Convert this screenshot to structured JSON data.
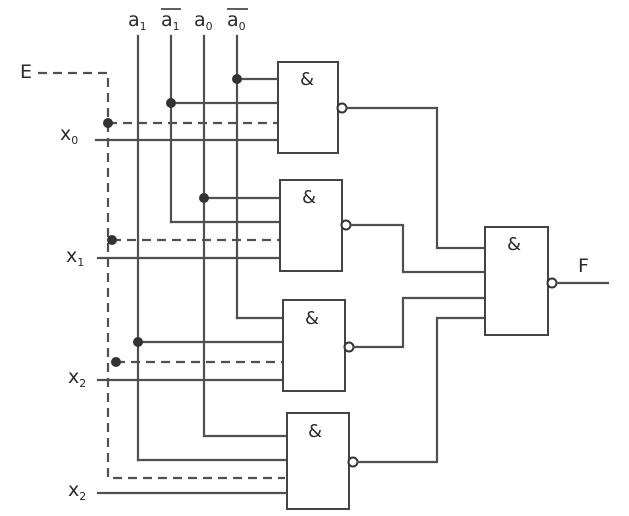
{
  "signals": {
    "address": [
      {
        "base": "a",
        "sub": "1",
        "bar": false
      },
      {
        "base": "a",
        "sub": "1",
        "bar": true
      },
      {
        "base": "a",
        "sub": "0",
        "bar": false
      },
      {
        "base": "a",
        "sub": "0",
        "bar": true
      }
    ],
    "enable": "E",
    "output": "F",
    "data_inputs": [
      {
        "base": "x",
        "sub": "0"
      },
      {
        "base": "x",
        "sub": "1"
      },
      {
        "base": "x",
        "sub": "2"
      },
      {
        "base": "x",
        "sub": "2"
      }
    ]
  },
  "gates": {
    "symbol": "&",
    "labels": [
      "&",
      "&",
      "&",
      "&",
      "&"
    ]
  }
}
